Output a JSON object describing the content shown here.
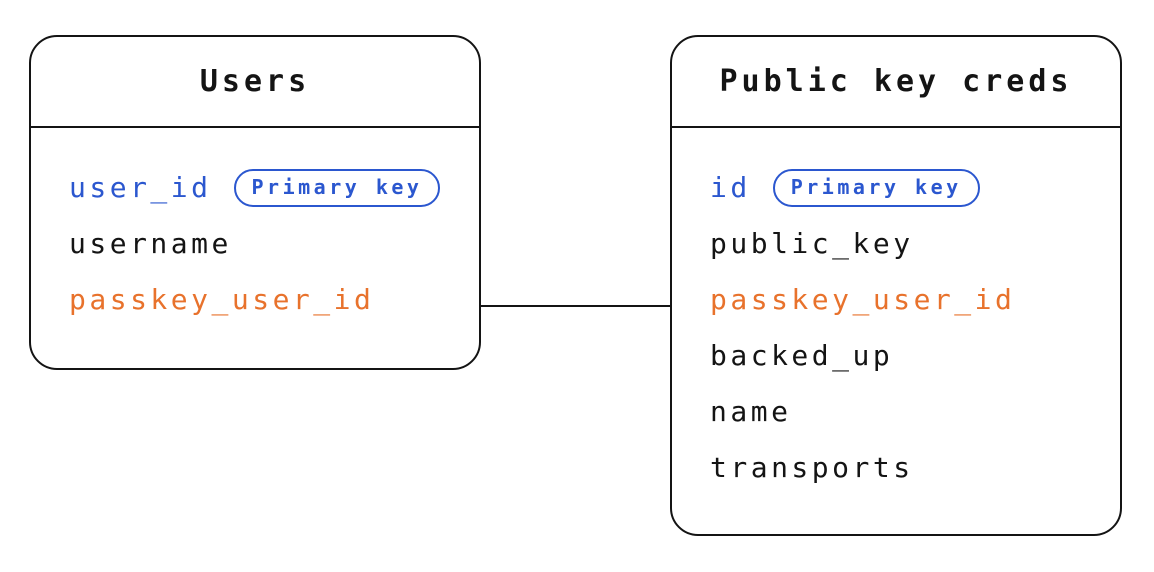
{
  "colors": {
    "ink": "#141414",
    "primary_key": "#2b57cf",
    "foreign_key": "#e8722c",
    "background": "#ffffff"
  },
  "badge_label": "Primary key",
  "tables": [
    {
      "title": "Users",
      "fields": [
        {
          "name": "user_id",
          "role": "primary",
          "badge": "Primary key"
        },
        {
          "name": "username",
          "role": "normal"
        },
        {
          "name": "passkey_user_id",
          "role": "foreign"
        }
      ]
    },
    {
      "title": "Public key creds",
      "fields": [
        {
          "name": "id",
          "role": "primary",
          "badge": "Primary key"
        },
        {
          "name": "public_key",
          "role": "normal"
        },
        {
          "name": "passkey_user_id",
          "role": "foreign"
        },
        {
          "name": "backed_up",
          "role": "normal"
        },
        {
          "name": "name",
          "role": "normal"
        },
        {
          "name": "transports",
          "role": "normal"
        }
      ]
    }
  ],
  "relationship": {
    "left_table": "Users",
    "right_table": "Public key creds",
    "via_field": "passkey_user_id"
  }
}
